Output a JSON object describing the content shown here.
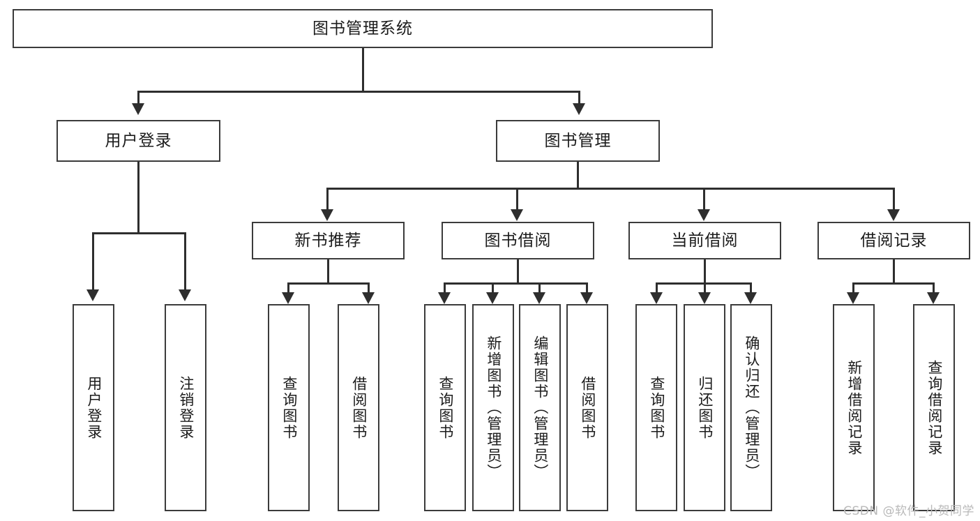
{
  "diagram": {
    "title": "图书管理系统",
    "watermark": "CSDN @软件_小贺同学",
    "level2": [
      {
        "label": "用户登录"
      },
      {
        "label": "图书管理"
      }
    ],
    "level3": [
      {
        "label": "新书推荐"
      },
      {
        "label": "图书借阅"
      },
      {
        "label": "当前借阅"
      },
      {
        "label": "借阅记录"
      }
    ],
    "leaves": {
      "user_login": [
        {
          "label": "用户登录"
        },
        {
          "label": "注销登录"
        }
      ],
      "new_book": [
        {
          "label": "查询图书"
        },
        {
          "label": "借阅图书"
        }
      ],
      "borrow_book": [
        {
          "label": "查询图书"
        },
        {
          "label": "新增图书（管理员）"
        },
        {
          "label": "编辑图书（管理员）"
        },
        {
          "label": "借阅图书"
        }
      ],
      "current_borrow": [
        {
          "label": "查询图书"
        },
        {
          "label": "归还图书"
        },
        {
          "label": "确认归还（管理员）"
        }
      ],
      "borrow_record": [
        {
          "label": "新增借阅记录"
        },
        {
          "label": "查询借阅记录"
        }
      ]
    }
  }
}
